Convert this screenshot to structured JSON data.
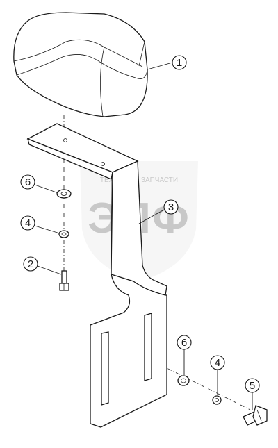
{
  "callouts": {
    "c1": "1",
    "c2": "2",
    "c3": "3",
    "c4a": "4",
    "c4b": "4",
    "c5": "5",
    "c6a": "6",
    "c6b": "6"
  },
  "watermark": {
    "tagline": "ТЕХНИКА И ЗАПЧАСТИ",
    "logo": "ЭПФ"
  }
}
